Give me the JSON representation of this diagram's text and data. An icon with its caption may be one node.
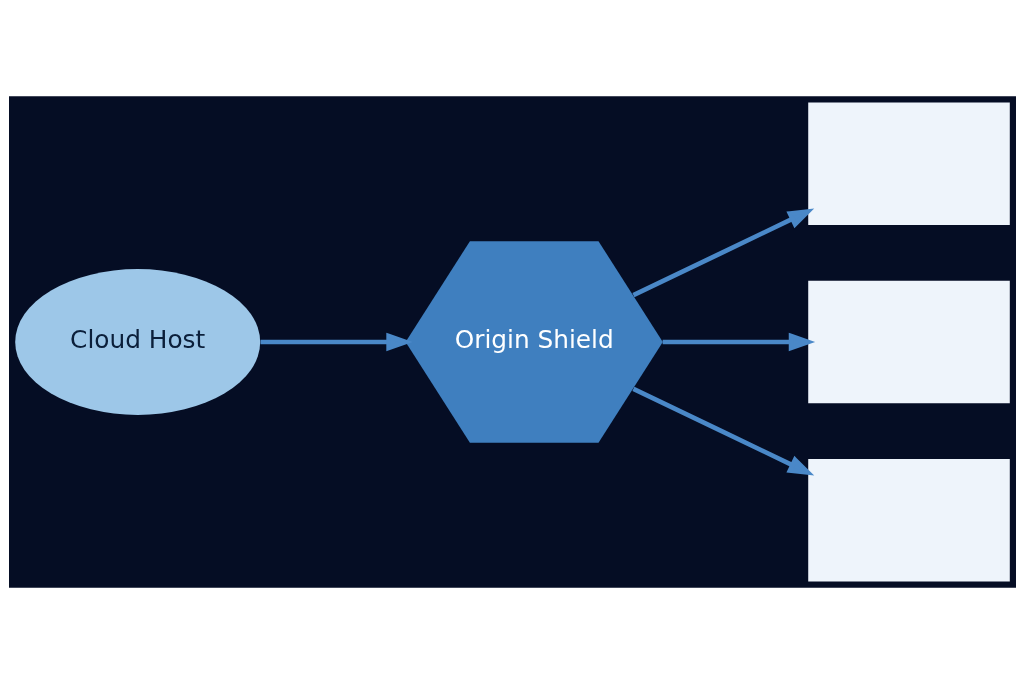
{
  "diagram": {
    "nodes": [
      {
        "text": [
          "Cloud Host"
        ]
      },
      {
        "text": [
          "Origin Shield"
        ]
      },
      {
        "text": [],
        "shape": "box"
      },
      {
        "text": [],
        "shape": "box"
      },
      {
        "text": [],
        "shape": "box"
      }
    ],
    "edges": [
      {
        "from": 0,
        "to": 1,
        "arrow": "to"
      },
      {
        "from": 1,
        "to": 2,
        "arrow": "to"
      },
      {
        "from": 1,
        "to": 3,
        "arrow": "to"
      },
      {
        "from": 1,
        "to": 4,
        "arrow": "to"
      }
    ]
  }
}
